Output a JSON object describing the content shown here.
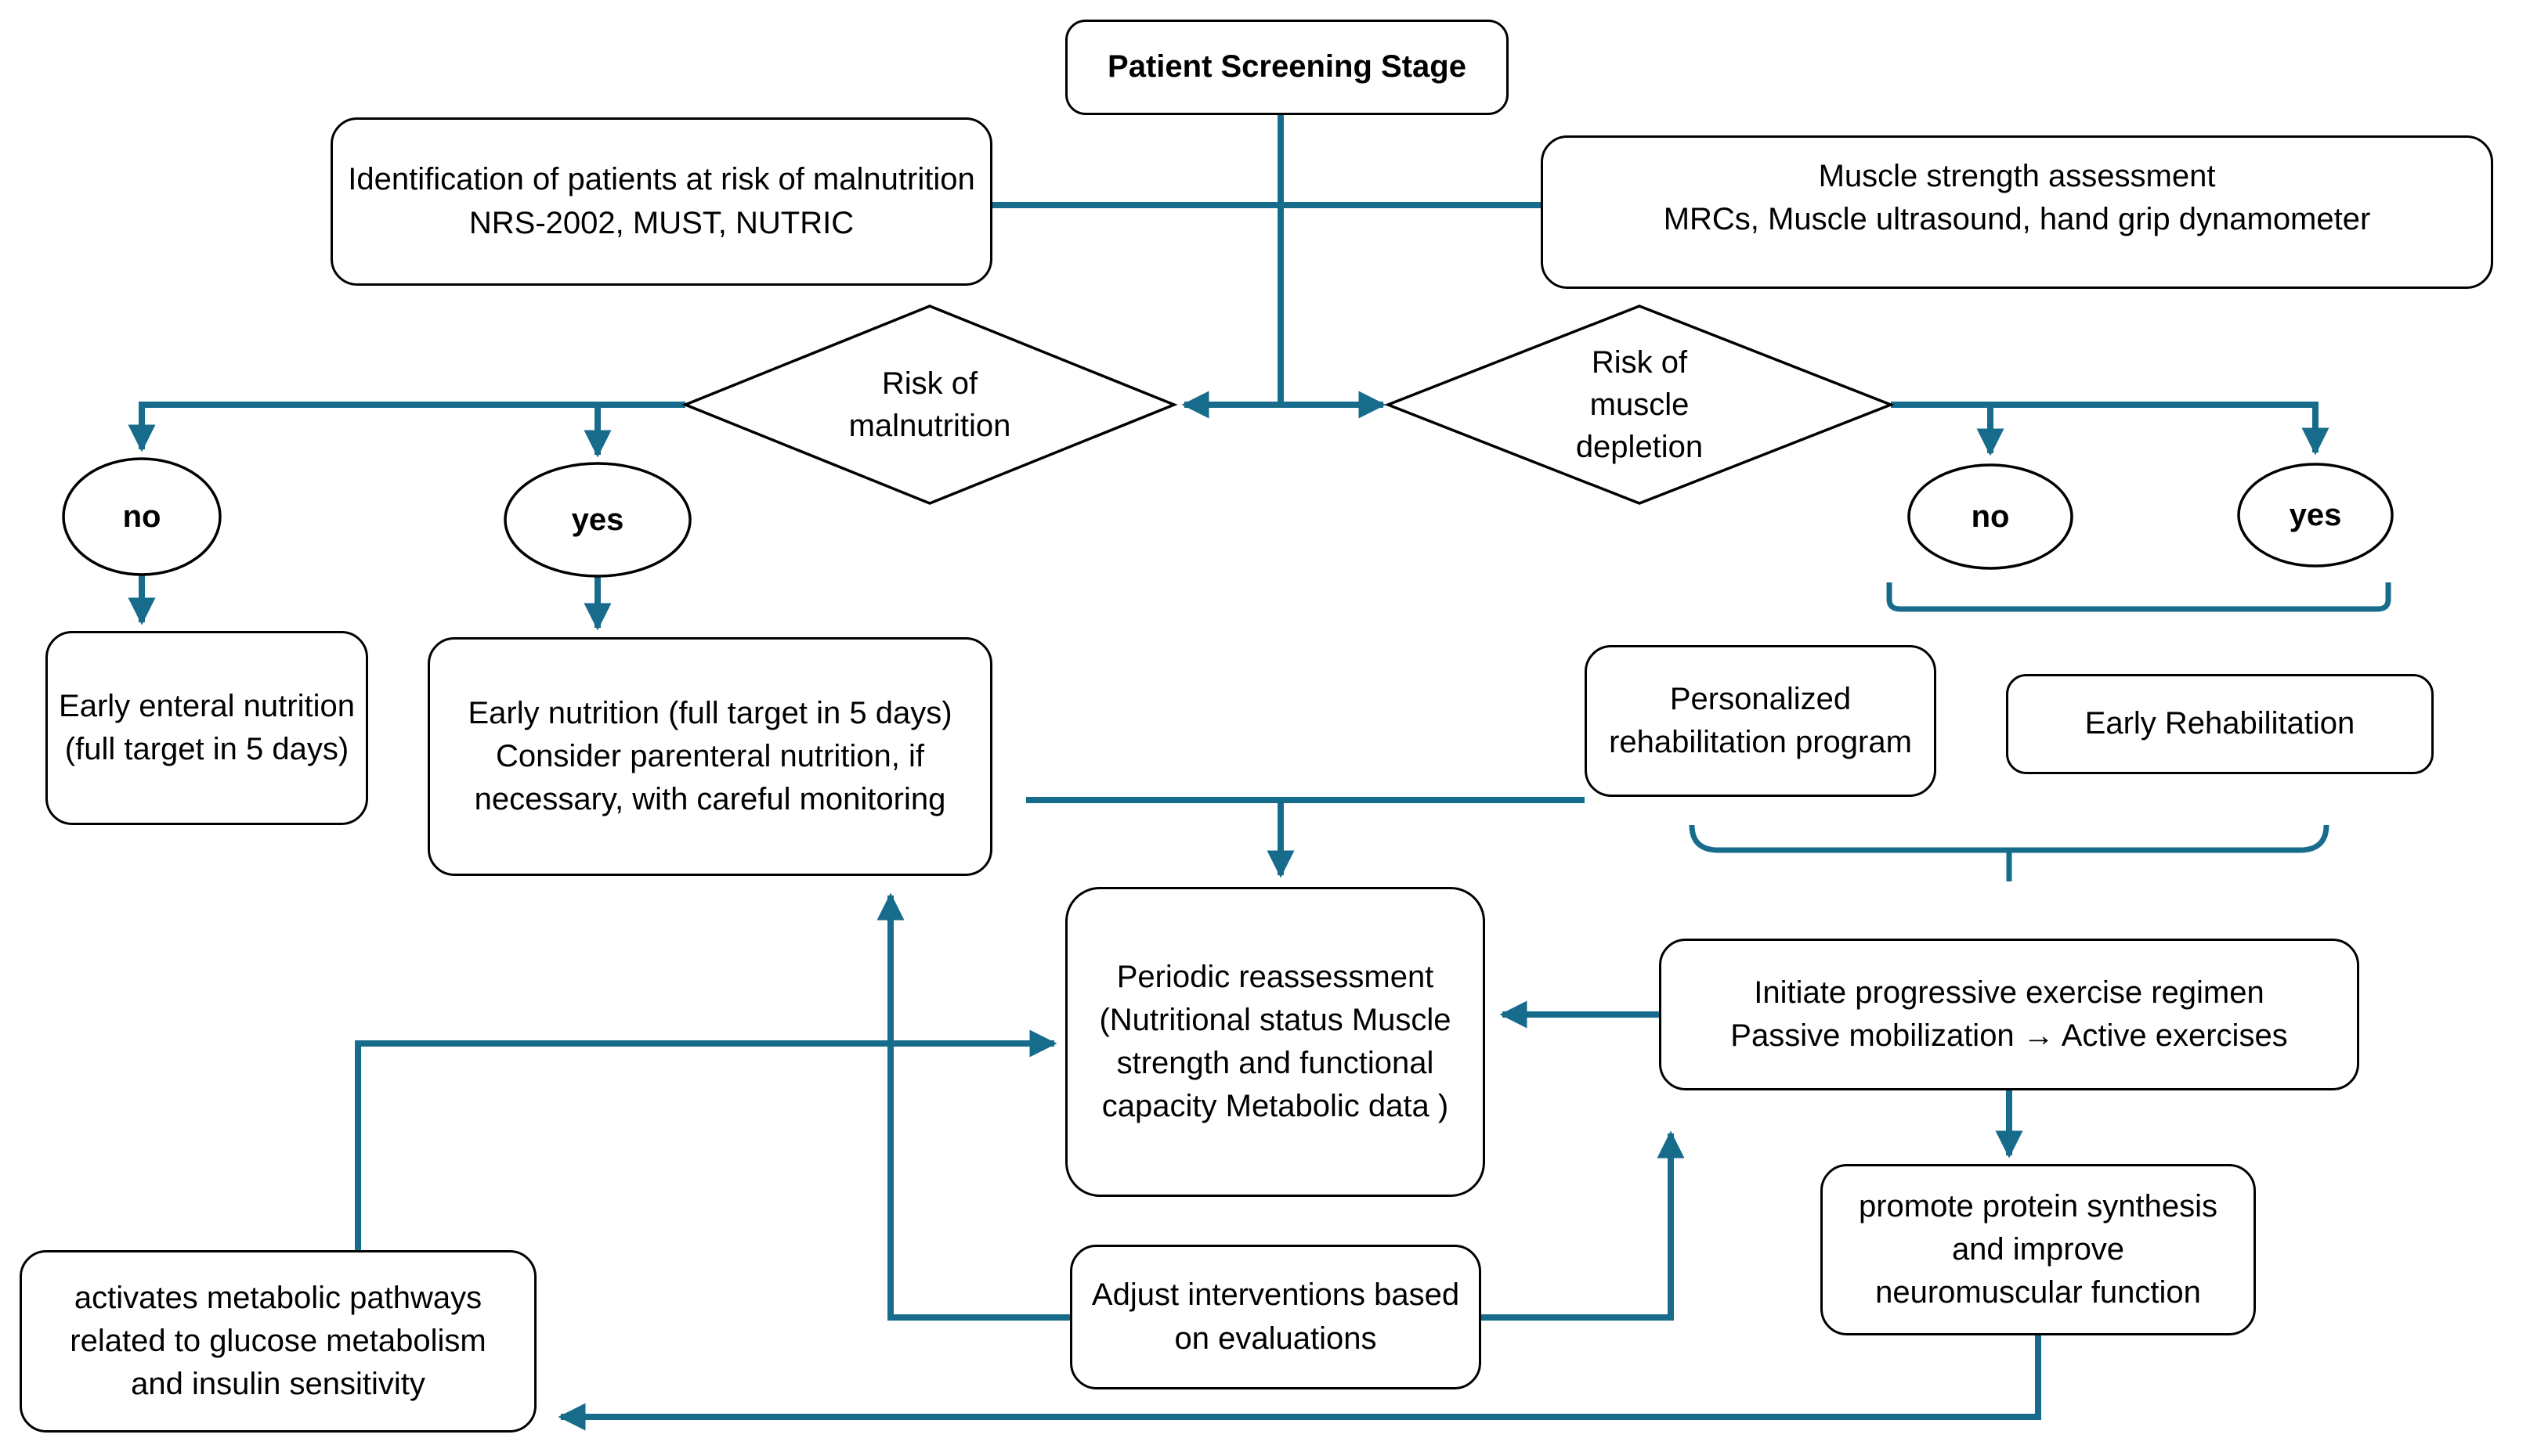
{
  "colors": {
    "accent": "#176C8C",
    "shape_outline": "#000000"
  },
  "nodes": {
    "title": {
      "label": "Patient Screening Stage"
    },
    "identification": {
      "line1": "Identification of patients at risk of malnutrition",
      "line2": "NRS-2002, MUST, NUTRIC"
    },
    "muscle_assessment": {
      "line1": "Muscle strength assessment",
      "line2": "MRCs, Muscle ultrasound, hand grip dynamometer"
    },
    "risk_malnutrition": {
      "label": "Risk of malnutrition"
    },
    "risk_muscle_depletion": {
      "label": "Risk of muscle depletion"
    },
    "no_left": {
      "label": "no"
    },
    "yes_left": {
      "label": "yes"
    },
    "no_right": {
      "label": "no"
    },
    "yes_right": {
      "label": "yes"
    },
    "early_enteral": {
      "label": "Early enteral nutrition (full target in 5 days)"
    },
    "early_nutrition": {
      "line1": "Early nutrition (full target in 5 days)",
      "line2": "Consider parenteral nutrition, if necessary, with careful monitoring"
    },
    "personalized_rehab": {
      "label": "Personalized rehabilitation program"
    },
    "early_rehab": {
      "label": "Early Rehabilitation"
    },
    "periodic_reassessment": {
      "label": "Periodic reassessment (Nutritional status Muscle strength and functional capacity Metabolic data )"
    },
    "initiate_exercise": {
      "line1": "Initiate progressive exercise regimen",
      "line2": "Passive mobilization → Active exercises"
    },
    "promote_protein": {
      "label": "promote protein synthesis and improve neuromuscular function"
    },
    "adjust_interventions": {
      "label": "Adjust interventions based on evaluations"
    },
    "activates_metabolic": {
      "label": "activates metabolic pathways related to glucose metabolism and insulin sensitivity"
    }
  }
}
